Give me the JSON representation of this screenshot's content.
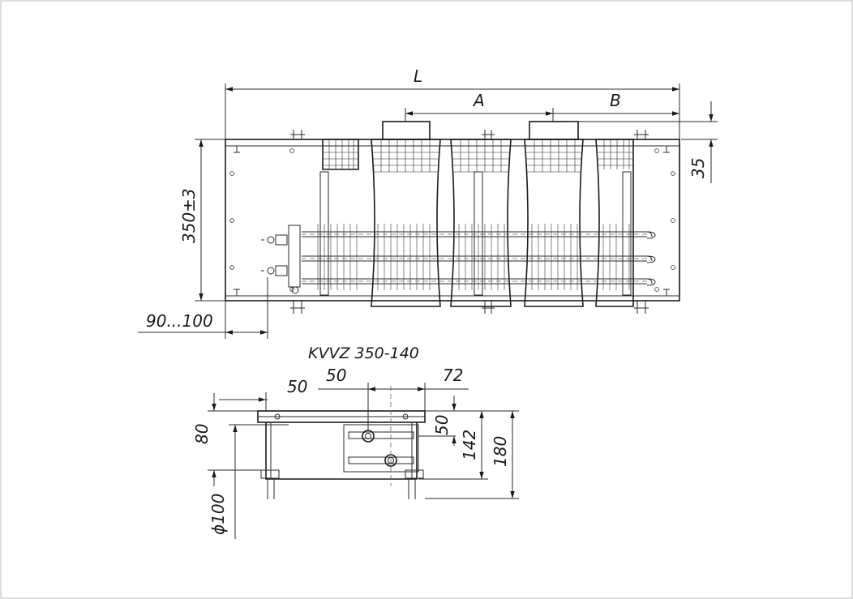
{
  "plan_view": {
    "dim_length": "L",
    "dim_a": "A",
    "dim_b": "B",
    "dim_height": "350±3",
    "dim_top_offset": "35",
    "dim_connection": "90...100"
  },
  "section_view": {
    "model": "KVVZ 350-140",
    "dim_50_left": "50",
    "dim_50_top": "50",
    "dim_72": "72",
    "dim_80": "80",
    "dim_50_right": "50",
    "dim_142": "142",
    "dim_180": "180",
    "dim_diameter": "ϕ100"
  }
}
